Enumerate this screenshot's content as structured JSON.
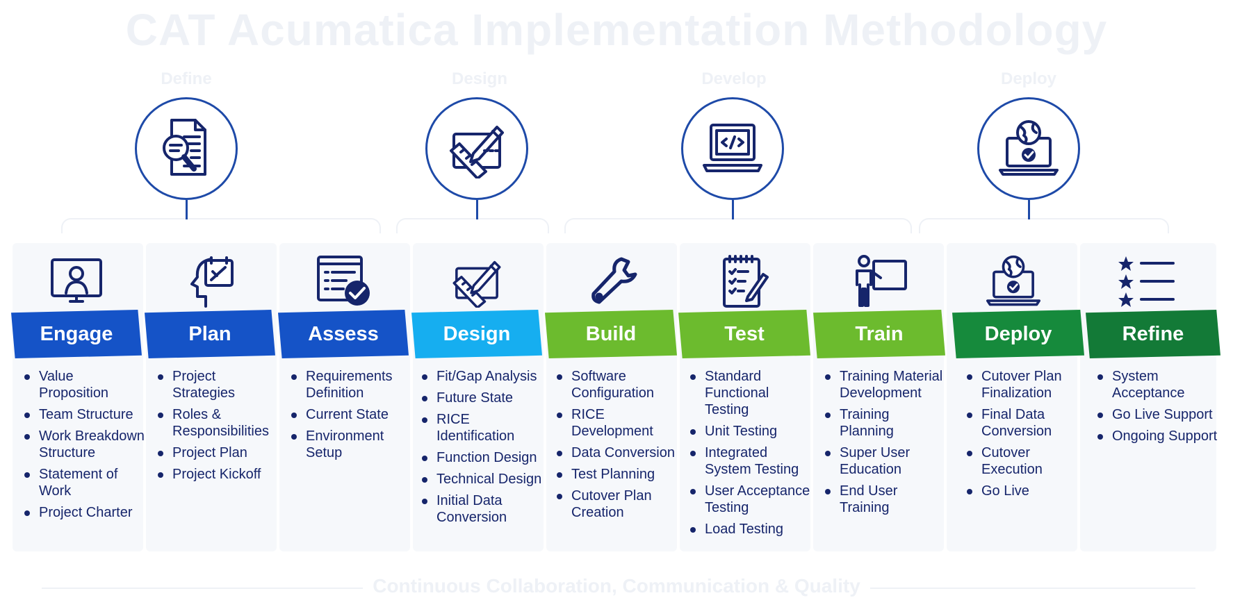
{
  "title": "CAT Acumatica Implementation Methodology",
  "phases": [
    {
      "label": "Define",
      "icon": "document-magnifier-icon"
    },
    {
      "label": "Design",
      "icon": "ruler-pencil-icon"
    },
    {
      "label": "Develop",
      "icon": "laptop-code-icon"
    },
    {
      "label": "Deploy",
      "icon": "laptop-globe-check-icon"
    }
  ],
  "steps": [
    {
      "name": "Engage",
      "color": "#1553c7",
      "icon": "monitor-user-icon",
      "items": [
        "Value Proposition",
        "Team Structure",
        "Work Breakdown Structure",
        "Statement of Work",
        "Project Charter"
      ]
    },
    {
      "name": "Plan",
      "color": "#1553c7",
      "icon": "head-planning-icon",
      "items": [
        "Project Strategies",
        "Roles & Responsibilities",
        "Project Plan",
        "Project Kickoff"
      ]
    },
    {
      "name": "Assess",
      "color": "#1553c7",
      "icon": "checklist-approve-icon",
      "items": [
        "Requirements Definition",
        "Current State",
        "Environment Setup"
      ]
    },
    {
      "name": "Design",
      "color": "#16aef0",
      "icon": "ruler-pencil-icon",
      "items": [
        "Fit/Gap Analysis",
        "Future State",
        "RICE Identification",
        "Function Design",
        "Technical Design",
        "Initial Data Conversion"
      ]
    },
    {
      "name": "Build",
      "color": "#6cbb2e",
      "icon": "wrench-icon",
      "items": [
        "Software Configuration",
        "RICE Development",
        "Data Conversion",
        "Test Planning",
        "Cutover Plan Creation"
      ]
    },
    {
      "name": "Test",
      "color": "#6cbb2e",
      "icon": "clipboard-checklist-icon",
      "items": [
        "Standard Functional Testing",
        "Unit Testing",
        "Integrated System Testing",
        "User Acceptance Testing",
        "Load Testing"
      ]
    },
    {
      "name": "Train",
      "color": "#6cbb2e",
      "icon": "trainer-board-icon",
      "items": [
        "Training Material Development",
        "Training Planning",
        "Super User Education",
        "End User Training"
      ]
    },
    {
      "name": "Deploy",
      "color": "#168a3c",
      "icon": "laptop-globe-check-icon",
      "items": [
        "Cutover Plan Finalization",
        "Final Data Conversion",
        "Cutover Execution",
        "Go Live"
      ]
    },
    {
      "name": "Refine",
      "color": "#137a37",
      "icon": "star-list-icon",
      "items": [
        "System Acceptance",
        "Go Live Support",
        "Ongoing Support"
      ]
    }
  ],
  "footer": "Continuous Collaboration, Communication & Quality"
}
